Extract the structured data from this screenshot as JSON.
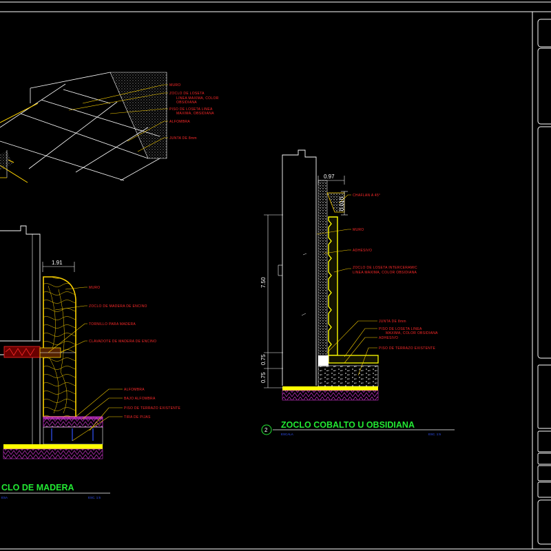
{
  "colors": {
    "background": "#000000",
    "frame": "#ffffff",
    "leader": "#ffd400",
    "label": "#ff2a2a",
    "title": "#22e833",
    "subtitle": "#3355ff",
    "finish": "#ffff00",
    "carpet": "#cc33cc"
  },
  "top_detail": {
    "labels": [
      "MURO",
      "ZOCLO DE LOSETA",
      "LINEA MAXIMA, COLOR",
      "OBSIDIANA",
      "PISO DE LOSETA LINEA",
      "MAXIMA, OBSIDIANA",
      "ALFOMBRA",
      "JUNTA DE 8mm"
    ]
  },
  "detail1": {
    "dimension": "1.91",
    "labels": [
      "MURO",
      "ZOCLO DE MADERA DE ENCINO",
      "TORNILLO PARA MADERA",
      "CLAVADOTE DE MADERA DE ENCINO",
      "ALFOMBRA",
      "BAJO ALFOMBRA",
      "PISO DE TERRAZO EXISTENTE",
      "TIRA DE PIJAS"
    ],
    "title": "CLO DE MADERA",
    "subtitle_left": "ESA",
    "subtitle_right": "ESC. 1:5"
  },
  "detail2": {
    "number": "2",
    "dim_top": "0.97",
    "dim_side": "0.010",
    "dim_height": "7.50",
    "dim_base1": "0.75",
    "dim_base2": "0.75",
    "labels": [
      "CHAFLAN A 45°",
      "MURO",
      "ADHESIVO",
      "ZOCLO DE LOSETA INTERCERAMIC",
      "LINEA MAXIMA, COLOR OBSIDIANA",
      "JUNTA DE 8mm",
      "PISO DE LOSETA LINEA",
      "MAXIMA, COLOR OBSIDIANA",
      "ADHESIVO",
      "PISO DE TERRAZO EXISTENTE"
    ],
    "title": "ZOCLO  COBALTO U OBSIDIANA",
    "subtitle_left": "ESCALA",
    "subtitle_right": "ESC. 1:5"
  }
}
